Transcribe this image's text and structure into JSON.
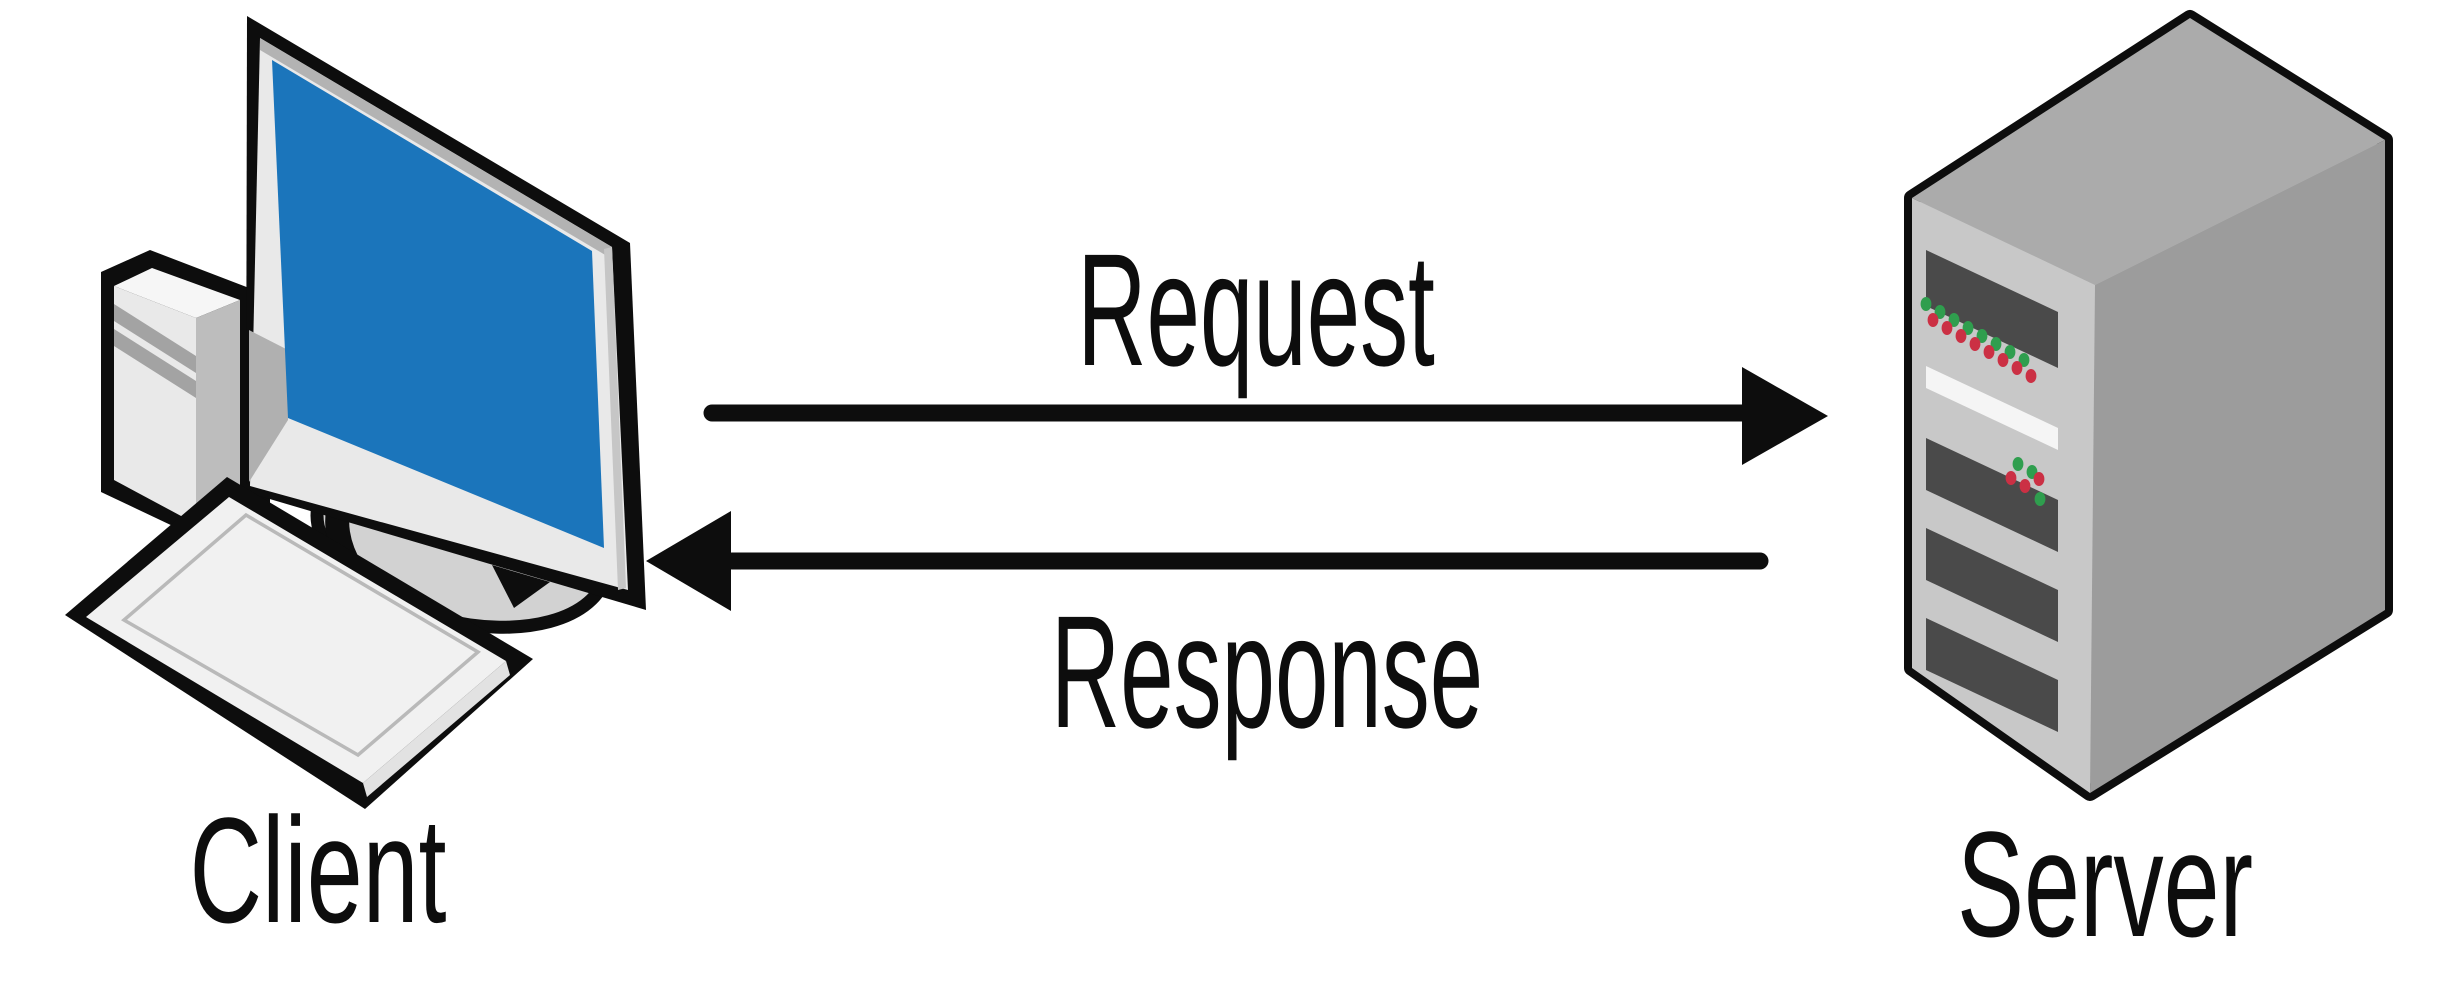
{
  "diagram": {
    "type": "client-server-request-response",
    "nodes": [
      {
        "id": "client",
        "label": "Client",
        "icon": "desktop-computer-icon"
      },
      {
        "id": "server",
        "label": "Server",
        "icon": "server-tower-icon"
      }
    ],
    "edges": [
      {
        "id": "request",
        "label": "Request",
        "from": "client",
        "to": "server",
        "direction": "left-to-right"
      },
      {
        "id": "response",
        "label": "Response",
        "from": "server",
        "to": "client",
        "direction": "right-to-left"
      }
    ],
    "colors": {
      "background": "#ffffff",
      "outline_black": "#0d0d0d",
      "screen_blue": "#1b75bb",
      "server_front": "#c8c8c8",
      "server_top": "#ababab",
      "server_side": "#9c9c9c",
      "slot_dark": "#4a4a4a",
      "led_green": "#2f9e4e",
      "led_red": "#cb3044",
      "text": "#0d0d0d"
    }
  }
}
